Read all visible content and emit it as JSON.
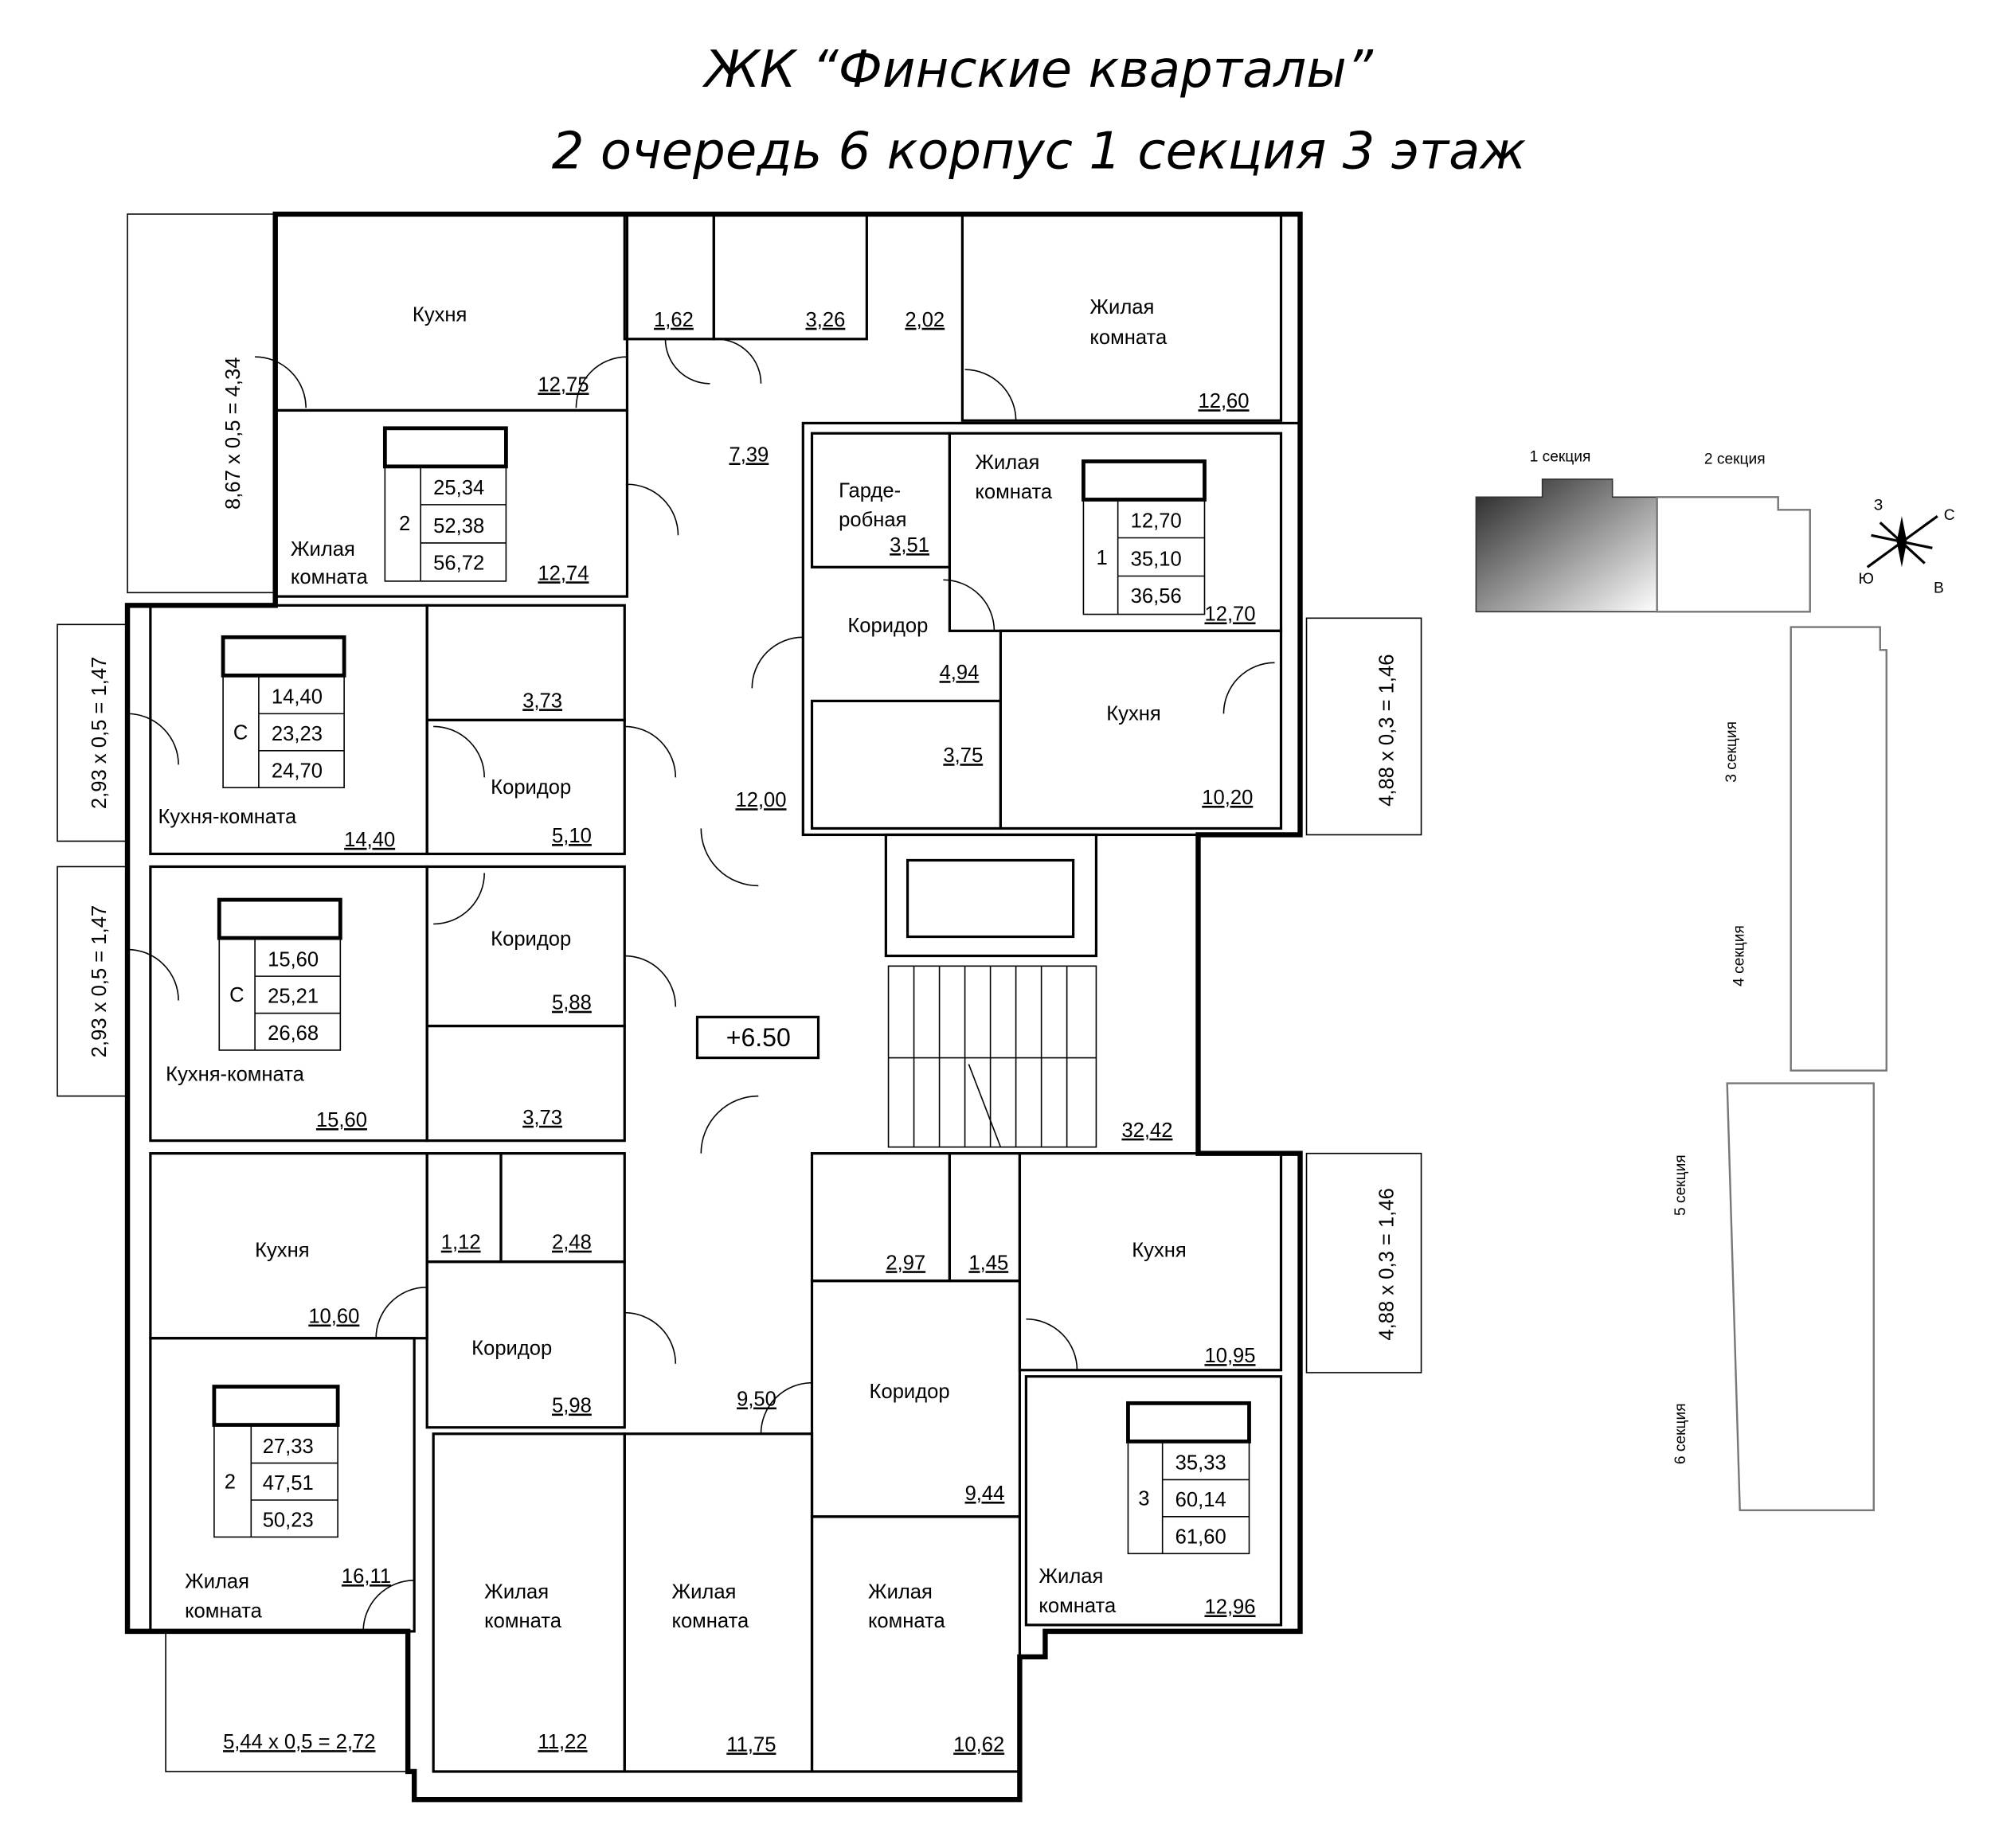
{
  "title": {
    "line1": "ЖК “Финские кварталы”",
    "line2": "2 очередь 6 корпус 1 секция 3 этаж"
  },
  "level_mark": "+6.50",
  "rooms": [
    {
      "label": "Кухня",
      "area": "12,75"
    },
    {
      "label": "",
      "area": "1,62"
    },
    {
      "label": "",
      "area": "3,26"
    },
    {
      "label": "",
      "area": "2,02"
    },
    {
      "label": "Жилая комната",
      "area": "12,60"
    },
    {
      "label": "Жилая комната",
      "area": "12,74"
    },
    {
      "label": "",
      "area": "7,39"
    },
    {
      "label": "Гарде-робная",
      "area": "3,51"
    },
    {
      "label": "Жилая комната",
      "area": "12,70"
    },
    {
      "label": "Коридор",
      "area": "4,94"
    },
    {
      "label": "",
      "area": "3,75"
    },
    {
      "label": "Кухня",
      "area": "10,20"
    },
    {
      "label": "",
      "area": "12,00"
    },
    {
      "label": "Кухня-комната",
      "area": "14,40"
    },
    {
      "label": "",
      "area": "3,73"
    },
    {
      "label": "Коридор",
      "area": "5,10"
    },
    {
      "label": "Коридор",
      "area": "5,88"
    },
    {
      "label": "Кухня-комната",
      "area": "15,60"
    },
    {
      "label": "",
      "area": "3,73"
    },
    {
      "label": "",
      "area": "32,42"
    },
    {
      "label": "Кухня",
      "area": "10,60"
    },
    {
      "label": "",
      "area": "1,12"
    },
    {
      "label": "",
      "area": "2,48"
    },
    {
      "label": "Коридор",
      "area": "5,98"
    },
    {
      "label": "",
      "area": "9,50"
    },
    {
      "label": "",
      "area": "2,97"
    },
    {
      "label": "",
      "area": "1,45"
    },
    {
      "label": "Кухня",
      "area": "10,95"
    },
    {
      "label": "Коридор",
      "area": "9,44"
    },
    {
      "label": "Жилая комната",
      "area": "16,11"
    },
    {
      "label": "Жилая комната",
      "area": "11,22"
    },
    {
      "label": "Жилая комната",
      "area": "11,75"
    },
    {
      "label": "Жилая комната",
      "area": "10,62"
    },
    {
      "label": "Жилая комната",
      "area": "12,96"
    }
  ],
  "apartments": [
    {
      "type": "2",
      "living": "25,34",
      "total": "52,38",
      "total_with_balcony": "56,72"
    },
    {
      "type": "1",
      "living": "12,70",
      "total": "35,10",
      "total_with_balcony": "36,56"
    },
    {
      "type": "С",
      "living": "14,40",
      "total": "23,23",
      "total_with_balcony": "24,70"
    },
    {
      "type": "С",
      "living": "15,60",
      "total": "25,21",
      "total_with_balcony": "26,68"
    },
    {
      "type": "2",
      "living": "27,33",
      "total": "47,51",
      "total_with_balcony": "50,23"
    },
    {
      "type": "3",
      "living": "35,33",
      "total": "60,14",
      "total_with_balcony": "61,60"
    }
  ],
  "balconies": [
    "8,67 x 0,5 = 4,34",
    "2,93 x 0,5 = 1,47",
    "2,93 x 0,5 = 1,47",
    "4,88 x 0,3 = 1,46",
    "4,88 x 0,3 = 1,46",
    "5,44 x 0,5 = 2,72"
  ],
  "key_plan": {
    "sections": [
      "1 секция",
      "2 секция",
      "3 секция",
      "4 секция",
      "5 секция",
      "6 секция"
    ],
    "highlighted_section": "1 секция",
    "compass": {
      "north": "С",
      "south": "Ю",
      "east": "В",
      "west": "З"
    }
  }
}
